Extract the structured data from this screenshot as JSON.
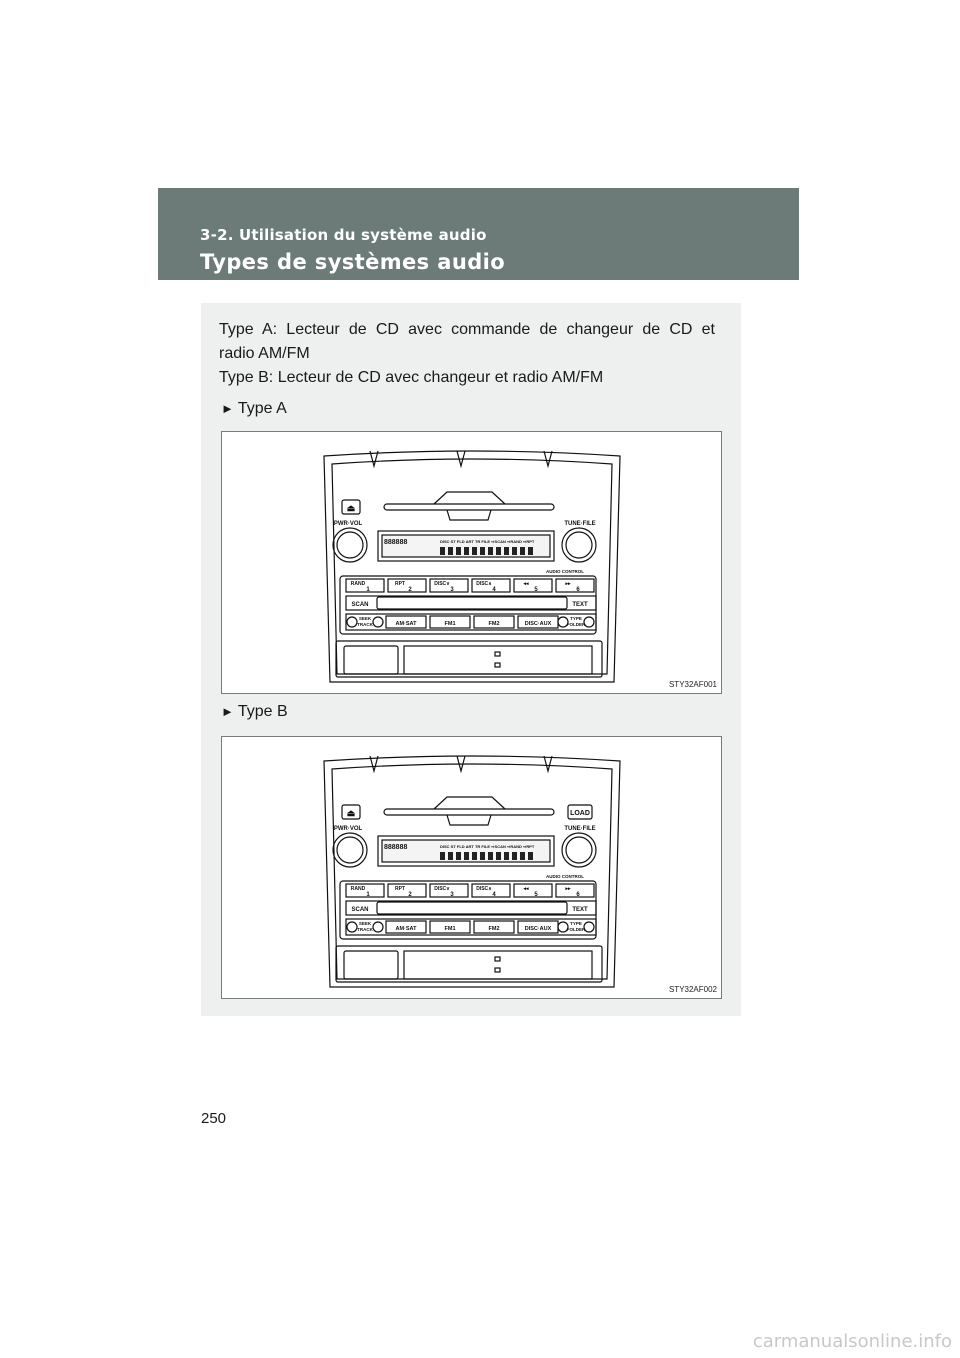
{
  "header": {
    "section": "3-2. Utilisation du système audio",
    "title": "Types de systèmes audio"
  },
  "intro": {
    "line1": "Type A: Lecteur de CD avec commande de changeur de CD et",
    "line2": "radio AM/FM",
    "line3": "Type B: Lecteur de CD avec changeur et radio AM/FM"
  },
  "figures": [
    {
      "label": "Type A",
      "code": "STY32AF001",
      "load_button": ""
    },
    {
      "label": "Type B",
      "code": "STY32AF002",
      "load_button": "LOAD"
    }
  ],
  "radio": {
    "eject_symbol": "⏏",
    "pwr_vol": "PWR·VOL",
    "tune_file": "TUNE·FILE",
    "display_segments": "DISC  ST  FLD  ART  TR  FILE  ⇨SCAN ⇨RAND ⇨RPT",
    "display_digits": "888888",
    "audio_control": "AUDIO CONTROL",
    "presets": [
      {
        "top": "RAND",
        "num": "1"
      },
      {
        "top": "RPT",
        "num": "2"
      },
      {
        "top": "DISC∨",
        "num": "3"
      },
      {
        "top": "DISC∧",
        "num": "4"
      },
      {
        "top": "◂◂",
        "num": "5"
      },
      {
        "top": "▸▸",
        "num": "6"
      }
    ],
    "scan": "SCAN",
    "text": "TEXT",
    "seek_track": "SEEK TRACK",
    "type_folder": "TYPE FOLDER",
    "sources": [
      "AM·SAT",
      "FM1",
      "FM2",
      "DISC·AUX"
    ]
  },
  "page_number": "250",
  "watermark": "carmanualsonline.info"
}
